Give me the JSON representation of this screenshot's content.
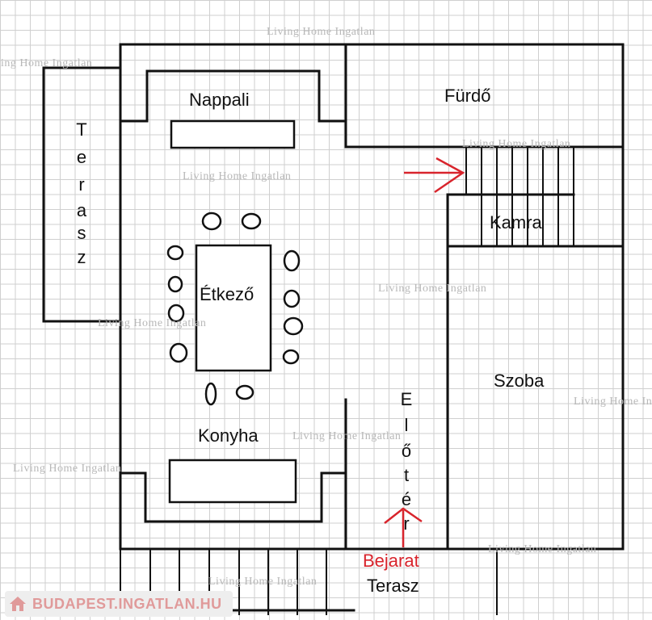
{
  "rooms": {
    "nappali": "Nappali",
    "furdo": "Fürdő",
    "terasz_left": [
      "T",
      "e",
      "r",
      "a",
      "s",
      "z"
    ],
    "kamra": "Kamra",
    "etkezo": "Étkező",
    "szoba": "Szoba",
    "konyha": "Konyha",
    "eloter": [
      "E",
      "l",
      "ő",
      "t",
      "é",
      "r"
    ],
    "bejarat": "Bejarat",
    "terasz_bottom": "Terasz"
  },
  "watermark": "Living Home Ingatlan",
  "logo_text": "BUDAPEST.INGATLAN.HU",
  "colors": {
    "arrow": "#d8242c",
    "walls": "#111111",
    "watermark": "#b8b8b8"
  }
}
